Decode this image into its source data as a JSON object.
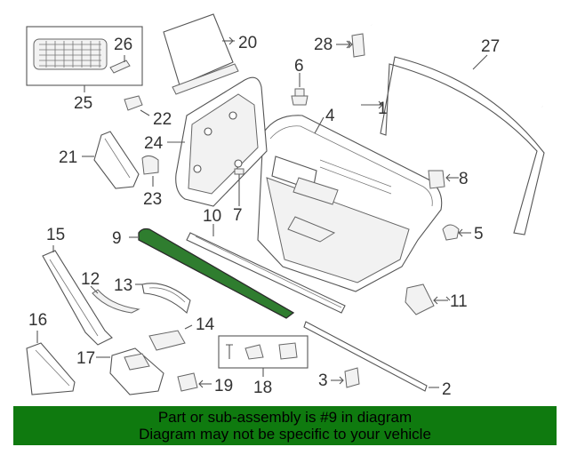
{
  "diagram": {
    "highlight_color": "#2f7d2f",
    "callouts": {
      "c1": "1",
      "c2": "2",
      "c3": "3",
      "c4": "4",
      "c5": "5",
      "c6": "6",
      "c7": "7",
      "c8": "8",
      "c9": "9",
      "c10": "10",
      "c11": "11",
      "c12": "12",
      "c13": "13",
      "c14": "14",
      "c15": "15",
      "c16": "16",
      "c17": "17",
      "c18": "18",
      "c19": "19",
      "c20": "20",
      "c21": "21",
      "c22": "22",
      "c23": "23",
      "c24": "24",
      "c25": "25",
      "c26": "26",
      "c27": "27",
      "c28": "28"
    }
  },
  "banner": {
    "line1": "Part or sub-assembly is #9 in diagram",
    "line2": "Diagram may not be specific to your vehicle",
    "color": "#0f7a0f"
  }
}
